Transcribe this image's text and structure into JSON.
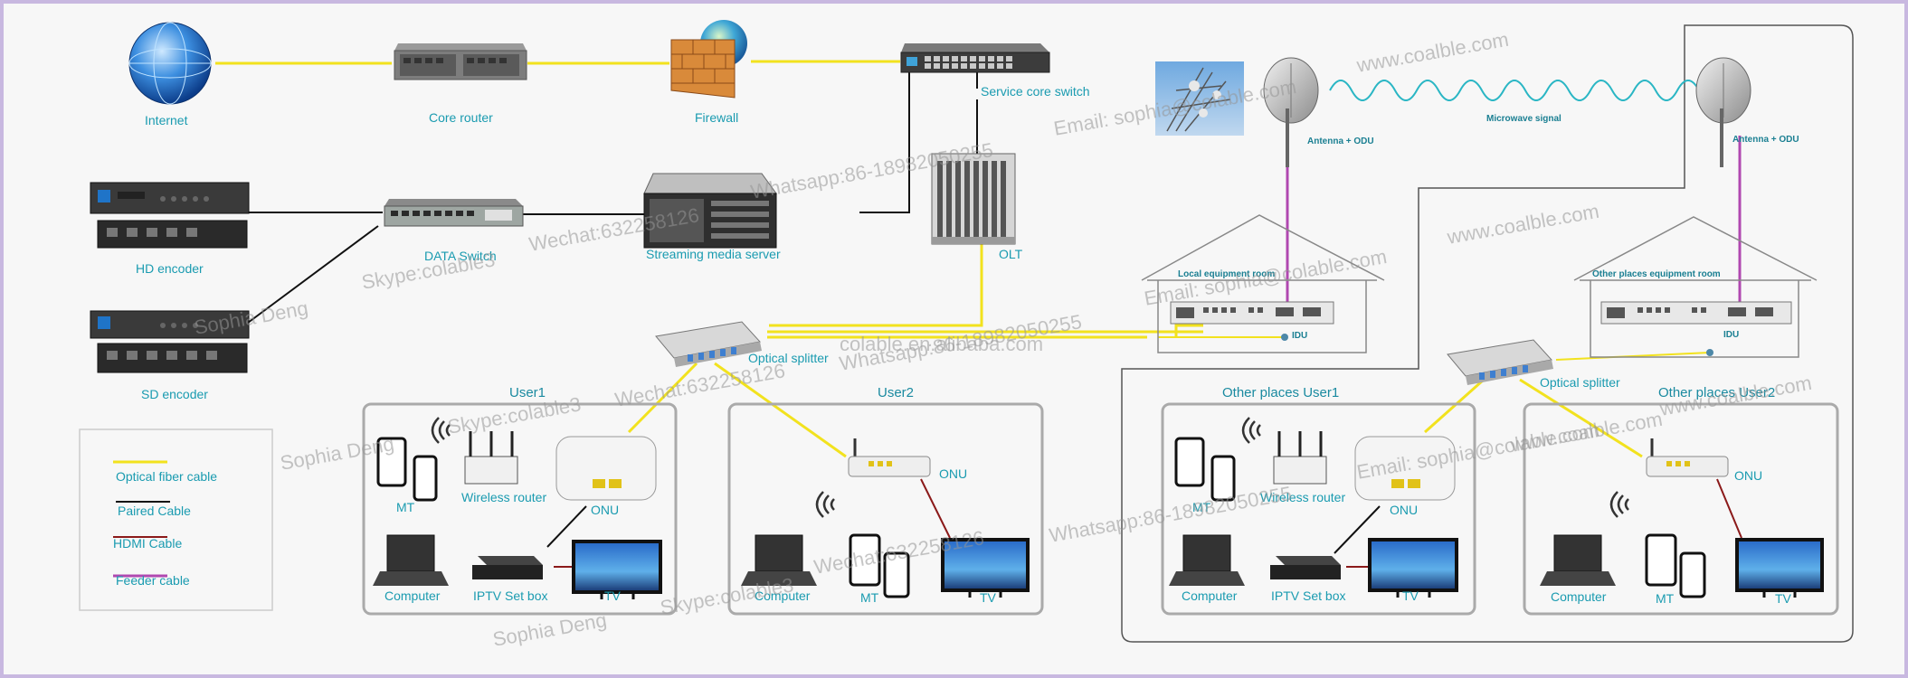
{
  "labels": {
    "internet": "Internet",
    "core_router": "Core router",
    "firewall": "Firewall",
    "service_core_switch": "Service core switch",
    "hd_encoder": "HD encoder",
    "sd_encoder": "SD encoder",
    "data_switch": "DATA Switch",
    "streaming_media_server": "Streaming media server",
    "olt": "OLT",
    "optical_splitter_left": "Optical splitter",
    "optical_splitter_right": "Optical splitter",
    "antenna_left": "Antenna + ODU",
    "antenna_right": "Antenna + ODU",
    "microwave_signal": "Microwave signal",
    "local_room": "Local equipment room",
    "other_room": "Other places equipment room",
    "idu_left": "IDU",
    "idu_right": "IDU"
  },
  "groups": {
    "user1": {
      "title": "User1",
      "mt": "MT",
      "router": "Wireless router",
      "onu": "ONU",
      "computer": "Computer",
      "stb": "IPTV Set box",
      "tv": "TV"
    },
    "user2": {
      "title": "User2",
      "onu": "ONU",
      "computer": "Computer",
      "mt": "MT",
      "tv": "TV"
    },
    "other_user1": {
      "title_prefix": "Other places",
      "title": "User1",
      "mt": "MT",
      "router": "Wireless router",
      "onu": "ONU",
      "computer": "Computer",
      "stb": "IPTV Set box",
      "tv": "TV"
    },
    "other_user2": {
      "title_prefix": "Other places",
      "title": "User2",
      "onu": "ONU",
      "computer": "Computer",
      "mt": "MT",
      "tv": "TV"
    }
  },
  "legend": [
    {
      "label": "Optical fiber cable",
      "color": "#f2e21e"
    },
    {
      "label": "Paired Cable",
      "color": "#111111"
    },
    {
      "label": "HDMI Cable",
      "color": "#8b1a1a"
    },
    {
      "label": "Feeder cable",
      "color": "#b048b0"
    }
  ],
  "watermarks": [
    "www.coalble.com",
    "Email: sophia@colable.com",
    "Whatsapp:86-18982050255",
    "Wechat:632258126",
    "Skype:colable3",
    "Sophia Deng",
    "www.coalble.com",
    "Email: sophia@colable.com",
    "colable.en.alibaba.com",
    "Whatsapp:86-18982050255",
    "Sophia Deng",
    "Skype:colable3",
    "Wechat:632258126",
    "Email: sophia@colable.com",
    "www.coalble.com",
    "www.coalble.com",
    "Whatsapp:86-18982050255",
    "Skype:colable3",
    "Wechat:632258126",
    "Sophia Deng"
  ],
  "colors": {
    "fiber": "#f2e21e",
    "paired": "#111111",
    "hdmi": "#8b1a1a",
    "feeder": "#b048b0",
    "accent": "#1a9bb0",
    "box_border": "#aaaaaa"
  }
}
